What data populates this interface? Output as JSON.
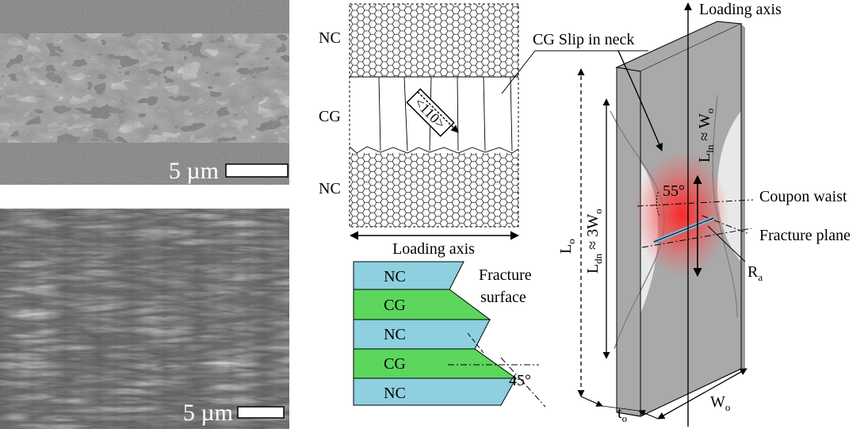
{
  "sem_top": {
    "scale_label": "5 µm"
  },
  "sem_bottom": {
    "scale_label": "5 µm"
  },
  "microstructure": {
    "nc_top": "NC",
    "cg": "CG",
    "nc_bottom": "NC",
    "direction": "<110>",
    "loading_axis": "Loading axis"
  },
  "fracture": {
    "layers": [
      "NC",
      "CG",
      "NC",
      "CG",
      "NC"
    ],
    "surface_label_1": "Fracture",
    "surface_label_2": "surface",
    "angle": "45°"
  },
  "coupon": {
    "loading_axis": "Loading axis",
    "slip_note": "CG Slip in neck",
    "angle": "55°",
    "waist": "Coupon waist",
    "fracture_plane": "Fracture plane",
    "Lo": {
      "main": "L",
      "sub": "o"
    },
    "Ldn": {
      "main": "L",
      "sub": "dn",
      "rel": " ≈ 3W",
      "sub2": "o"
    },
    "Lln": {
      "main": "L",
      "sub": "ln",
      "rel": " ≈ W",
      "sub2": "o"
    },
    "Ra": {
      "main": "R",
      "sub": "a"
    },
    "Wo": {
      "main": "W",
      "sub": "o"
    },
    "to": {
      "main": "t",
      "sub": "o"
    }
  },
  "colors": {
    "nc_layer": "#8ecfe0",
    "cg_layer": "#5cd65c",
    "coupon_gray": "#a9a9a9",
    "neck_red": "#ff2a2a"
  }
}
